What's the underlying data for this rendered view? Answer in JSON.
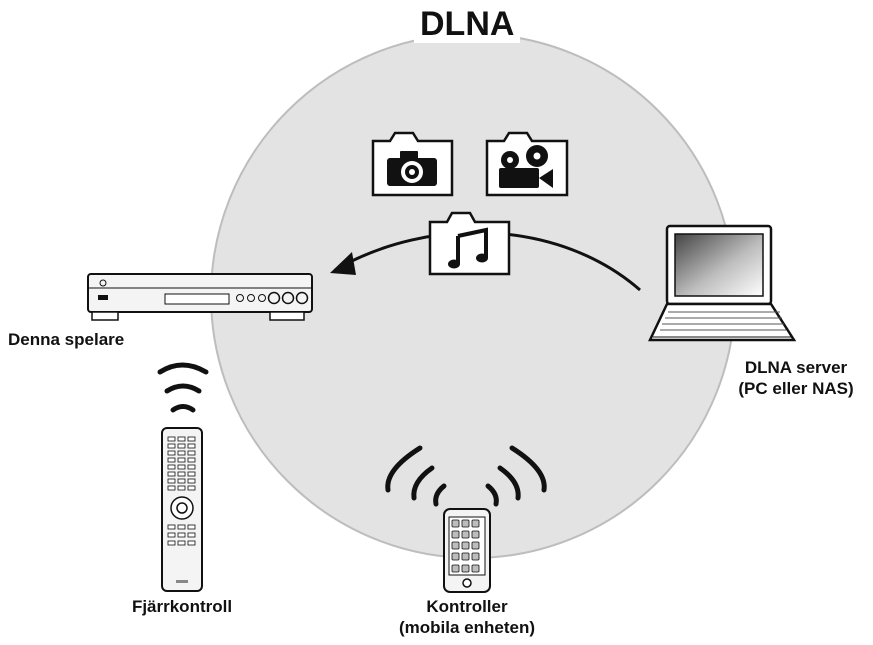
{
  "title": "DLNA",
  "labels": {
    "player": "Denna spelare",
    "server_line1": "DLNA server",
    "server_line2": "(PC eller NAS)",
    "remote": "Fjärrkontroll",
    "controller_line1": "Kontroller",
    "controller_line2": "(mobila enheten)"
  },
  "icons": {
    "photo": "photo-folder-icon",
    "video": "video-folder-icon",
    "music": "music-folder-icon"
  },
  "colors": {
    "network_circle": "#e3e3e3",
    "circle_stroke": "#bdbdbd",
    "ink": "#111111"
  }
}
